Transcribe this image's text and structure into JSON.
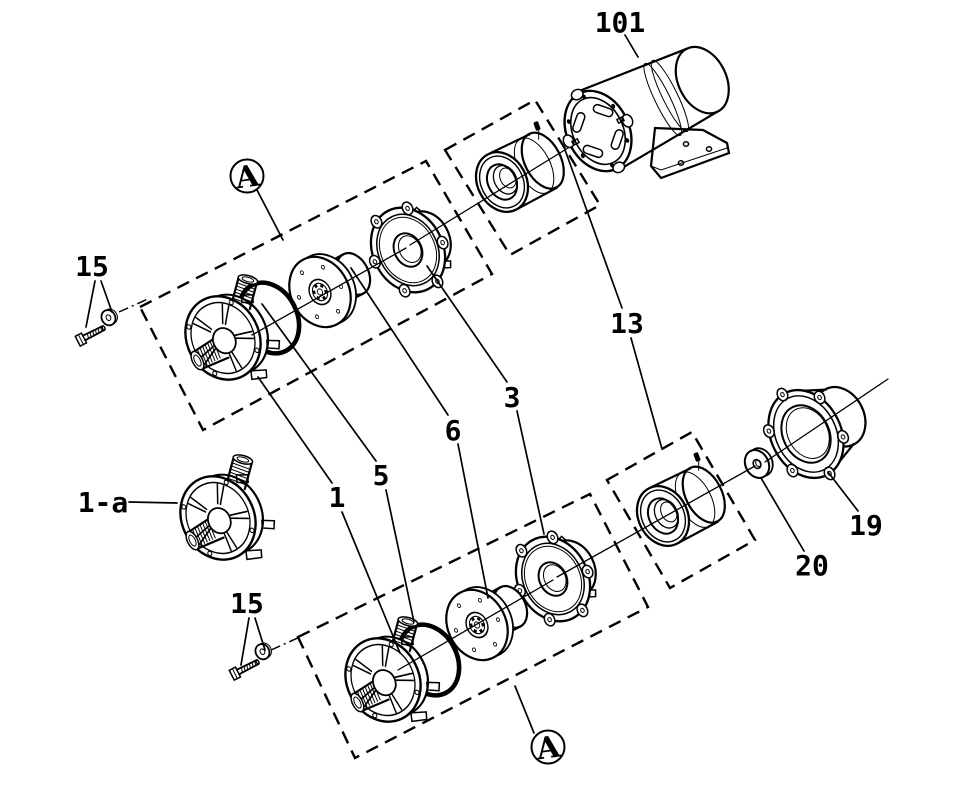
{
  "figure": {
    "kind": "exploded_parts_diagram",
    "subject": "magnetic-drive centrifugal pump with motor, two exploded assemblies",
    "background": "#ffffff",
    "ink": "#000000"
  },
  "callouts": [
    {
      "text": "101",
      "part": "electric-motor"
    },
    {
      "text": "13",
      "part": "drive-magnet-assembly"
    },
    {
      "text": "3",
      "part": "rear-casing"
    },
    {
      "text": "6",
      "part": "impeller"
    },
    {
      "text": "5",
      "part": "o-ring"
    },
    {
      "text": "1",
      "part": "pump-housing"
    },
    {
      "text": "15",
      "part": "screw-and-washer-upper"
    },
    {
      "text": "15",
      "part": "screw-and-washer-lower"
    },
    {
      "text": "1-a",
      "part": "pump-housing-variant"
    },
    {
      "text": "19",
      "part": "rear-housing"
    },
    {
      "text": "20",
      "part": "washer"
    }
  ],
  "view_markers": [
    {
      "text": "A",
      "location": "upper-assembly"
    },
    {
      "text": "A",
      "location": "lower-assembly"
    }
  ]
}
